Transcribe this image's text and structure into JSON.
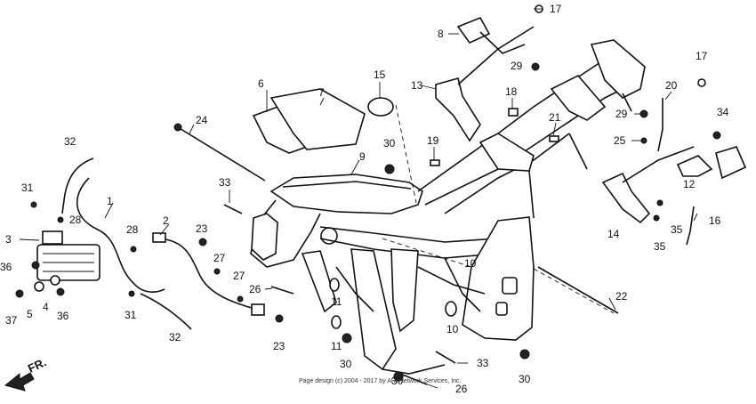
{
  "diagram": {
    "front_indicator": "FR.",
    "copyright": "Page design (c) 2004 - 2017 by ARI Network Services, Inc.",
    "callouts": [
      {
        "label": "1"
      },
      {
        "label": "2"
      },
      {
        "label": "3"
      },
      {
        "label": "4"
      },
      {
        "label": "5"
      },
      {
        "label": "6"
      },
      {
        "label": "7"
      },
      {
        "label": "8"
      },
      {
        "label": "9"
      },
      {
        "label": "10"
      },
      {
        "label": "10"
      },
      {
        "label": "11"
      },
      {
        "label": "11"
      },
      {
        "label": "12"
      },
      {
        "label": "13"
      },
      {
        "label": "14"
      },
      {
        "label": "15"
      },
      {
        "label": "16"
      },
      {
        "label": "17"
      },
      {
        "label": "17"
      },
      {
        "label": "18"
      },
      {
        "label": "19"
      },
      {
        "label": "20"
      },
      {
        "label": "21"
      },
      {
        "label": "22"
      },
      {
        "label": "23"
      },
      {
        "label": "23"
      },
      {
        "label": "24"
      },
      {
        "label": "25"
      },
      {
        "label": "26"
      },
      {
        "label": "26"
      },
      {
        "label": "27"
      },
      {
        "label": "27"
      },
      {
        "label": "28"
      },
      {
        "label": "28"
      },
      {
        "label": "29"
      },
      {
        "label": "29"
      },
      {
        "label": "30"
      },
      {
        "label": "30"
      },
      {
        "label": "30"
      },
      {
        "label": "30"
      },
      {
        "label": "31"
      },
      {
        "label": "31"
      },
      {
        "label": "32"
      },
      {
        "label": "32"
      },
      {
        "label": "33"
      },
      {
        "label": "33"
      },
      {
        "label": "34"
      },
      {
        "label": "35"
      },
      {
        "label": "35"
      },
      {
        "label": "36"
      },
      {
        "label": "36"
      },
      {
        "label": "37"
      }
    ]
  }
}
